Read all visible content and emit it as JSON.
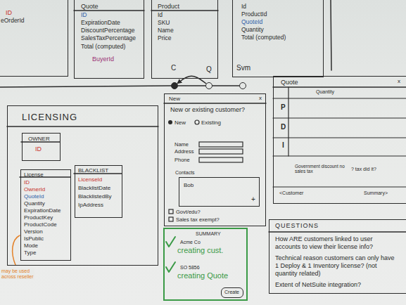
{
  "diagram": {
    "nodes": [
      {
        "text": [
          "ID",
          "eOrderId"
        ]
      },
      {
        "text": [
          "Quote",
          "ID",
          "ExpirationDate",
          "DiscountPercentage",
          "SalesTaxPercentage",
          "Total (computed)",
          "BuyerId"
        ]
      },
      {
        "text": [
          "Product",
          "Id",
          "SKU",
          "Name",
          "Price"
        ]
      },
      {
        "text": [
          "Id",
          "ProductId",
          "QuoteId",
          "Quantity",
          "Total (computed)"
        ]
      },
      {
        "text": [
          "C"
        ]
      },
      {
        "text": [
          "Q"
        ]
      },
      {
        "text": [
          "Svm"
        ]
      },
      {
        "text": [
          "LICENSING"
        ]
      },
      {
        "text": [
          "OWNER",
          "ID"
        ],
        "in": 7
      },
      {
        "text": [
          "License",
          "ID",
          "OwnerId",
          "QuoteId",
          "Quantity",
          "ExpirationDate",
          "ProductKey",
          "ProductCode",
          "Version",
          "IsPublic",
          "Mode",
          "Type"
        ],
        "in": 7
      },
      {
        "text": [
          "BLACKLIST",
          "LicenseId",
          "BlacklistDate",
          "BlacklistedBy",
          "IpAddress"
        ],
        "in": 7
      },
      {
        "text": [
          "New",
          "x",
          "New or existing customer?",
          "New",
          "Existing",
          "Name",
          "Address",
          "Phone",
          "Govt/edu?",
          "Sales tax exempt?"
        ]
      },
      {
        "text": [
          "Contacts",
          "Bob",
          "+"
        ],
        "in": 11
      },
      {
        "text": [
          "Quote",
          "x",
          "Quantity",
          "P",
          "D",
          "I",
          "Government discount no sales tax",
          "? tax did it?",
          "<Customer",
          "Summary>"
        ]
      },
      {
        "text": [
          "SUMMARY",
          "Acme Co",
          "creating cust.",
          "SO 5856",
          "creating Quote"
        ]
      },
      {
        "text": [
          "Create"
        ],
        "in": 14
      },
      {
        "text": [
          "QUESTIONS",
          "How ARE customers linked to user accounts to view their license info?",
          "Technical reason customers can only have 1 Deploy & 1 Inventory license? (not quantity related)",
          "Extent of NetSuite integration?"
        ]
      }
    ],
    "edges": [
      {
        "from": 4,
        "to": 5,
        "arrow": "none"
      },
      {
        "from": 5,
        "to": 6,
        "arrow": "none"
      },
      {
        "from": 5,
        "to": 4,
        "arrow": "to"
      }
    ],
    "labels": [
      "may be used across reseller"
    ]
  }
}
